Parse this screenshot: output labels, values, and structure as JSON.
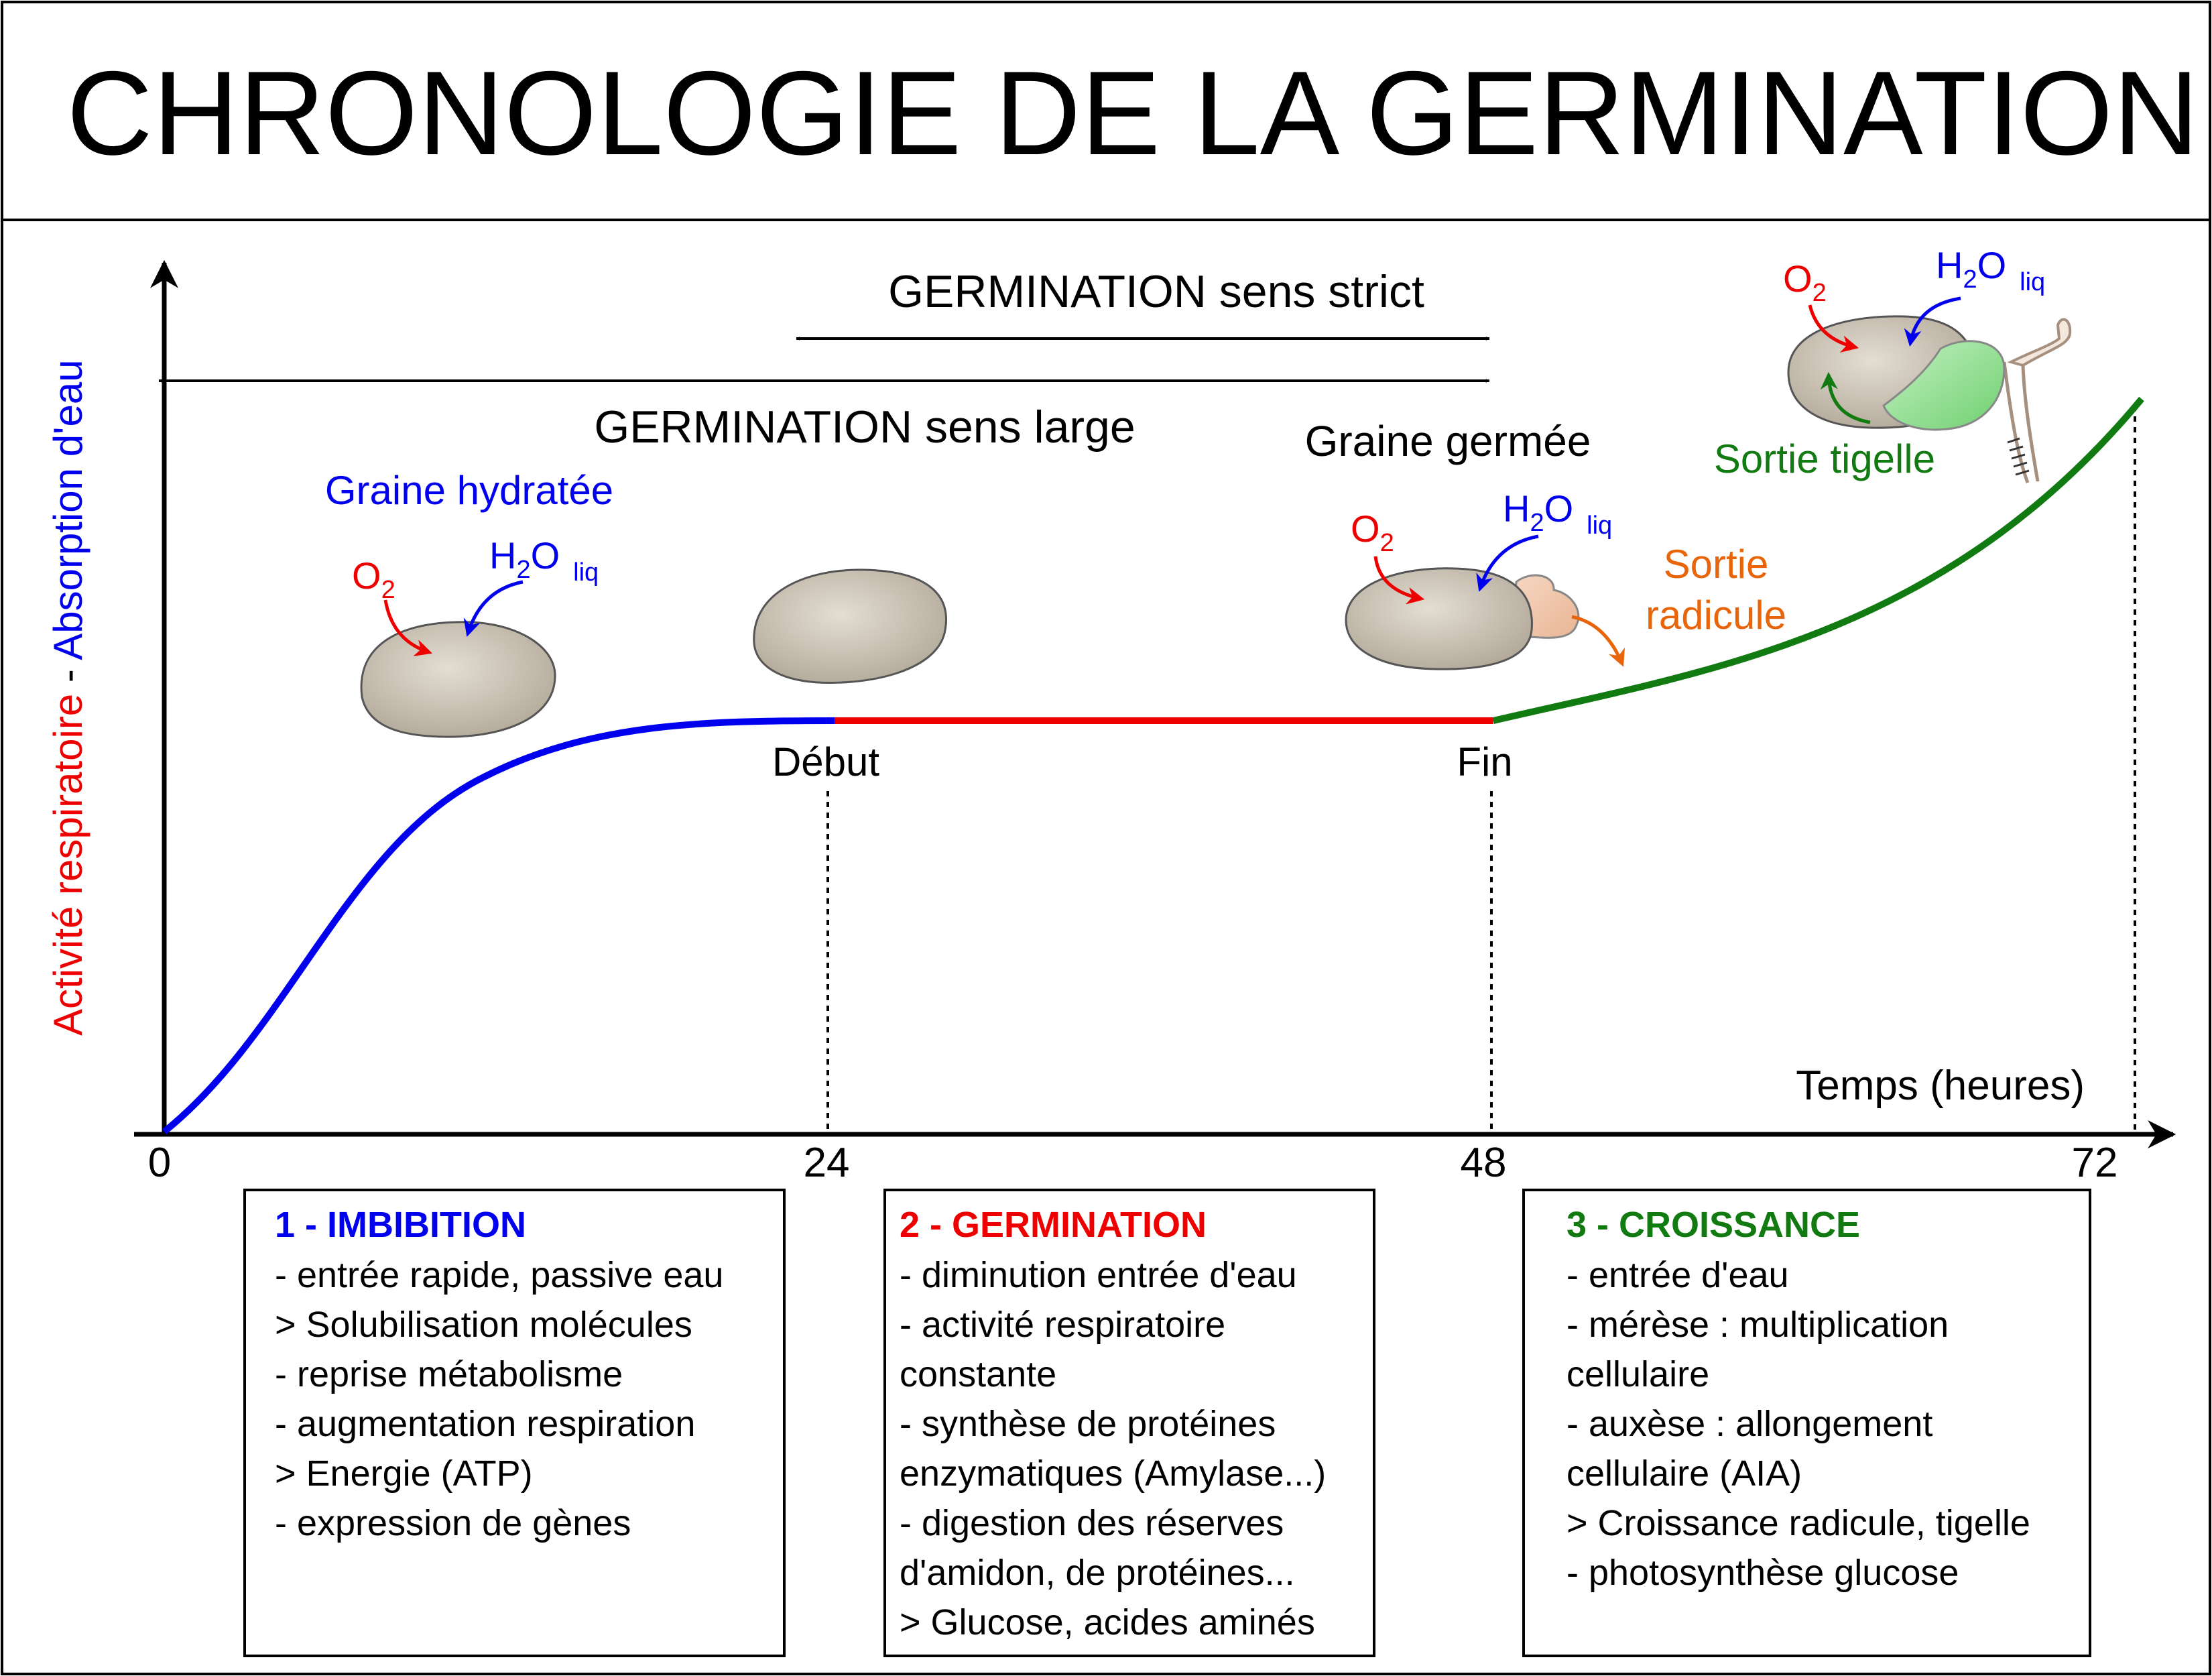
{
  "title": "CHRONOLOGIE DE LA GERMINATION",
  "y_axis_label": {
    "part1": "Activité respiratoire",
    "separator": " - ",
    "part2": "Absorption d'eau"
  },
  "x_axis": {
    "label": "Temps (heures)",
    "ticks": [
      "0",
      "24",
      "48",
      "72"
    ]
  },
  "spans": {
    "strict": "GERMINATION sens strict",
    "large": "GERMINATION sens large"
  },
  "markers": {
    "start": "Début",
    "end": "Fin"
  },
  "chart_data": {
    "type": "line",
    "x_unit": "heures",
    "xlim": [
      0,
      72
    ],
    "curve_phases": [
      {
        "name": "1 - IMBIBITION",
        "x_range": [
          0,
          24
        ],
        "shape": "sigmoid",
        "color": "#0000ee"
      },
      {
        "name": "2 - GERMINATION",
        "x_range": [
          24,
          48
        ],
        "shape": "plateau",
        "color": "#ee0000"
      },
      {
        "name": "3 - CROISSANCE",
        "x_range": [
          48,
          72
        ],
        "shape": "exponential",
        "color": "#117a11"
      }
    ],
    "vertical_markers_x": [
      24,
      48,
      72
    ],
    "colors": {
      "blue": "#0000ee",
      "red": "#ee0000",
      "green": "#117a11",
      "orange": "#e8650a"
    }
  },
  "seed_labels": {
    "hydrated": "Graine hydratée",
    "germinated": "Graine germée",
    "radicle": [
      "Sortie",
      "radicule"
    ],
    "stem": "Sortie tigelle"
  },
  "chem": {
    "o2": {
      "base": "O",
      "sub": "2"
    },
    "h2o": {
      "pre": "H",
      "sub": "2",
      "post": "O",
      "state": "liq"
    }
  },
  "boxes": [
    {
      "title": "1 - IMBIBITION",
      "color": "#0000ee",
      "lines": [
        "- entrée rapide, passive eau",
        "> Solubilisation molécules",
        "- reprise métabolisme",
        "- augmentation respiration",
        "> Energie (ATP)",
        "- expression de gènes"
      ]
    },
    {
      "title": "2 - GERMINATION",
      "color": "#ee0000",
      "lines": [
        "- diminution entrée d'eau",
        "- activité respiratoire",
        "constante",
        "- synthèse de protéines",
        "enzymatiques (Amylase...)",
        "- digestion des réserves",
        "d'amidon, de protéines...",
        "> Glucose, acides aminés"
      ]
    },
    {
      "title": "3 - CROISSANCE",
      "color": "#117a11",
      "lines": [
        "- entrée d'eau",
        "- mérèse : multiplication",
        "cellulaire",
        "- auxèse : allongement",
        "cellulaire (AIA)",
        "> Croissance radicule, tigelle",
        "- photosynthèse glucose"
      ]
    }
  ]
}
